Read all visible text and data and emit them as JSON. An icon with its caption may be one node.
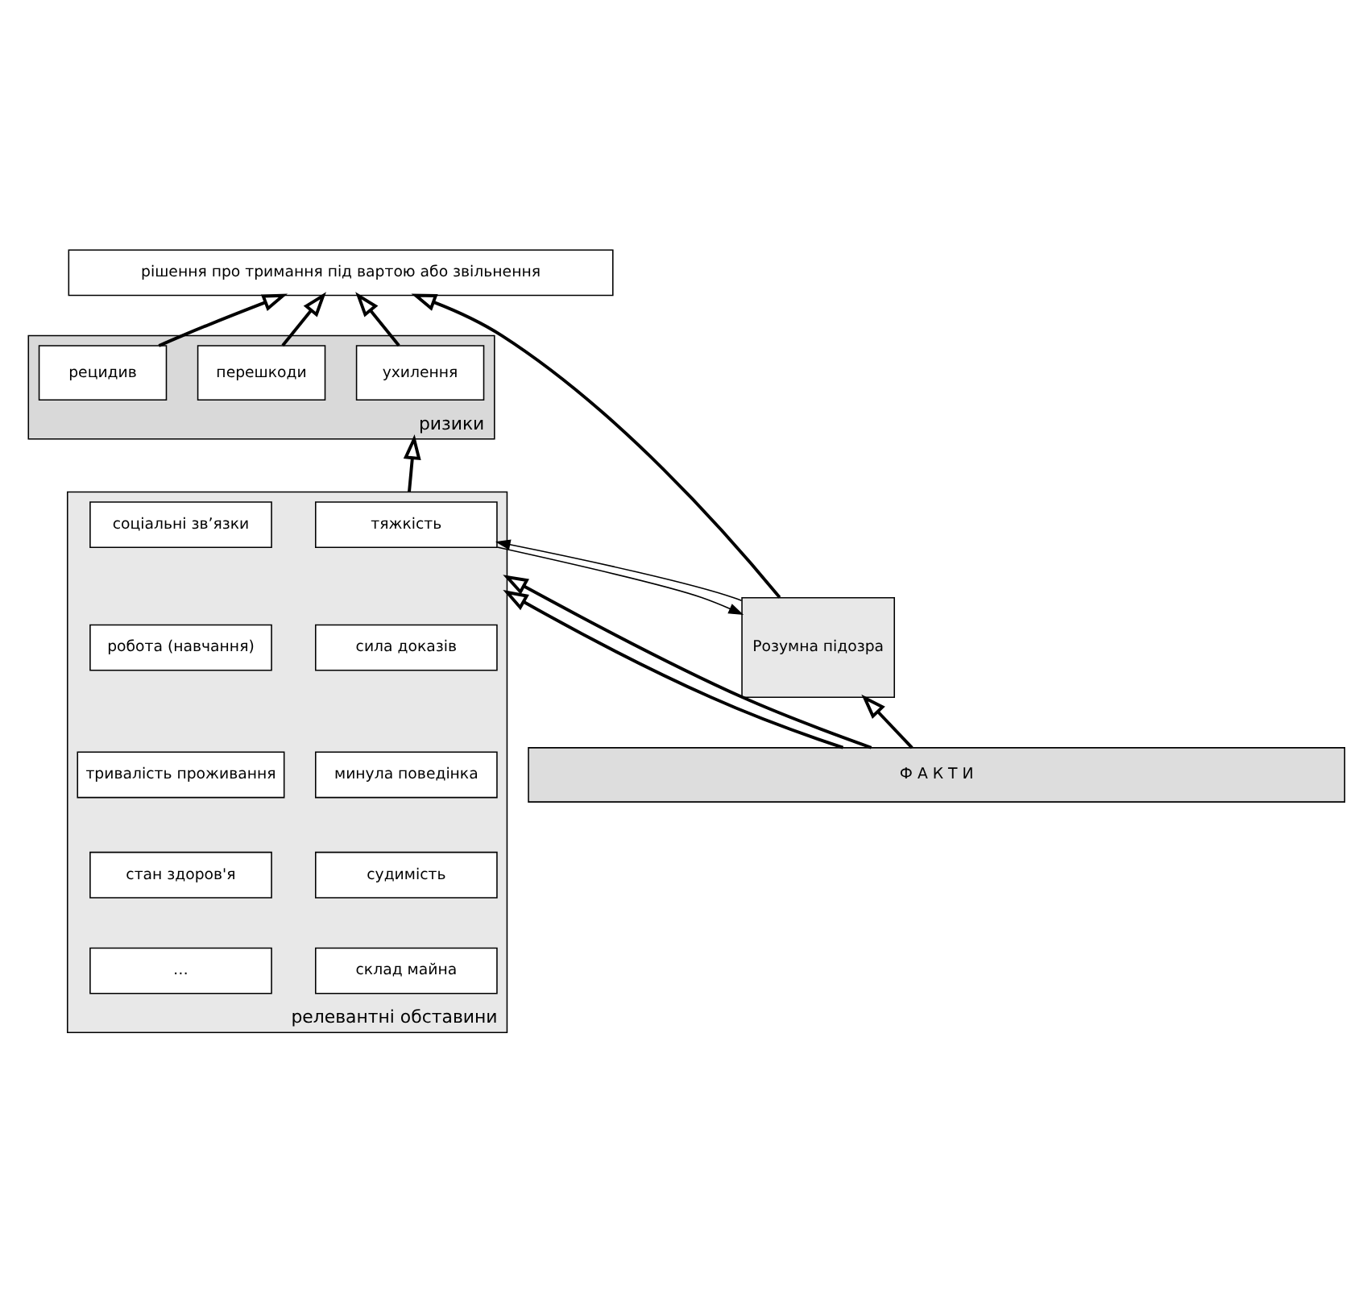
{
  "diagram": {
    "nodes": [
      {
        "text": [
          "рішення про тримання під вартою або звільнення"
        ]
      },
      {
        "text": [
          "ризики"
        ]
      },
      {
        "text": [
          "ухилення"
        ],
        "in": 1
      },
      {
        "text": [
          "перешкоди"
        ],
        "in": 1
      },
      {
        "text": [
          "рецидив"
        ],
        "in": 1
      },
      {
        "text": [
          "Розумна підозра"
        ]
      },
      {
        "text": [
          "релевантні обставини"
        ]
      },
      {
        "text": [
          "тяжкість"
        ],
        "in": 6
      },
      {
        "text": [
          "соціальні зв’язки"
        ],
        "in": 6
      },
      {
        "text": [
          "сила доказів"
        ],
        "in": 6
      },
      {
        "text": [
          "робота (навчання)"
        ],
        "in": 6
      },
      {
        "text": [
          "минула поведінка"
        ],
        "in": 6
      },
      {
        "text": [
          "тривалість проживання"
        ],
        "in": 6
      },
      {
        "text": [
          "судимість"
        ],
        "in": 6
      },
      {
        "text": [
          "стан здоров'я"
        ],
        "in": 6
      },
      {
        "text": [
          "склад майна"
        ],
        "in": 6
      },
      {
        "text": [
          "…"
        ],
        "in": 6
      },
      {
        "text": [
          "Ф А К Т И"
        ]
      }
    ],
    "edges": [
      {
        "from": 5,
        "to": 0,
        "arrow": "to"
      },
      {
        "from": 2,
        "to": 0,
        "arrow": "to"
      },
      {
        "from": 3,
        "to": 0,
        "arrow": "to"
      },
      {
        "from": 4,
        "to": 0,
        "arrow": "to"
      },
      {
        "from": 6,
        "to": 1,
        "arrow": "to"
      },
      {
        "from": 17,
        "to": 5,
        "arrow": "to"
      },
      {
        "from": 17,
        "to": 6,
        "arrow": "to"
      },
      {
        "from": 17,
        "to": 6,
        "arrow": "to"
      },
      {
        "from": 5,
        "to": 7,
        "arrow": "to"
      },
      {
        "from": 7,
        "to": 5,
        "arrow": "to"
      }
    ]
  }
}
